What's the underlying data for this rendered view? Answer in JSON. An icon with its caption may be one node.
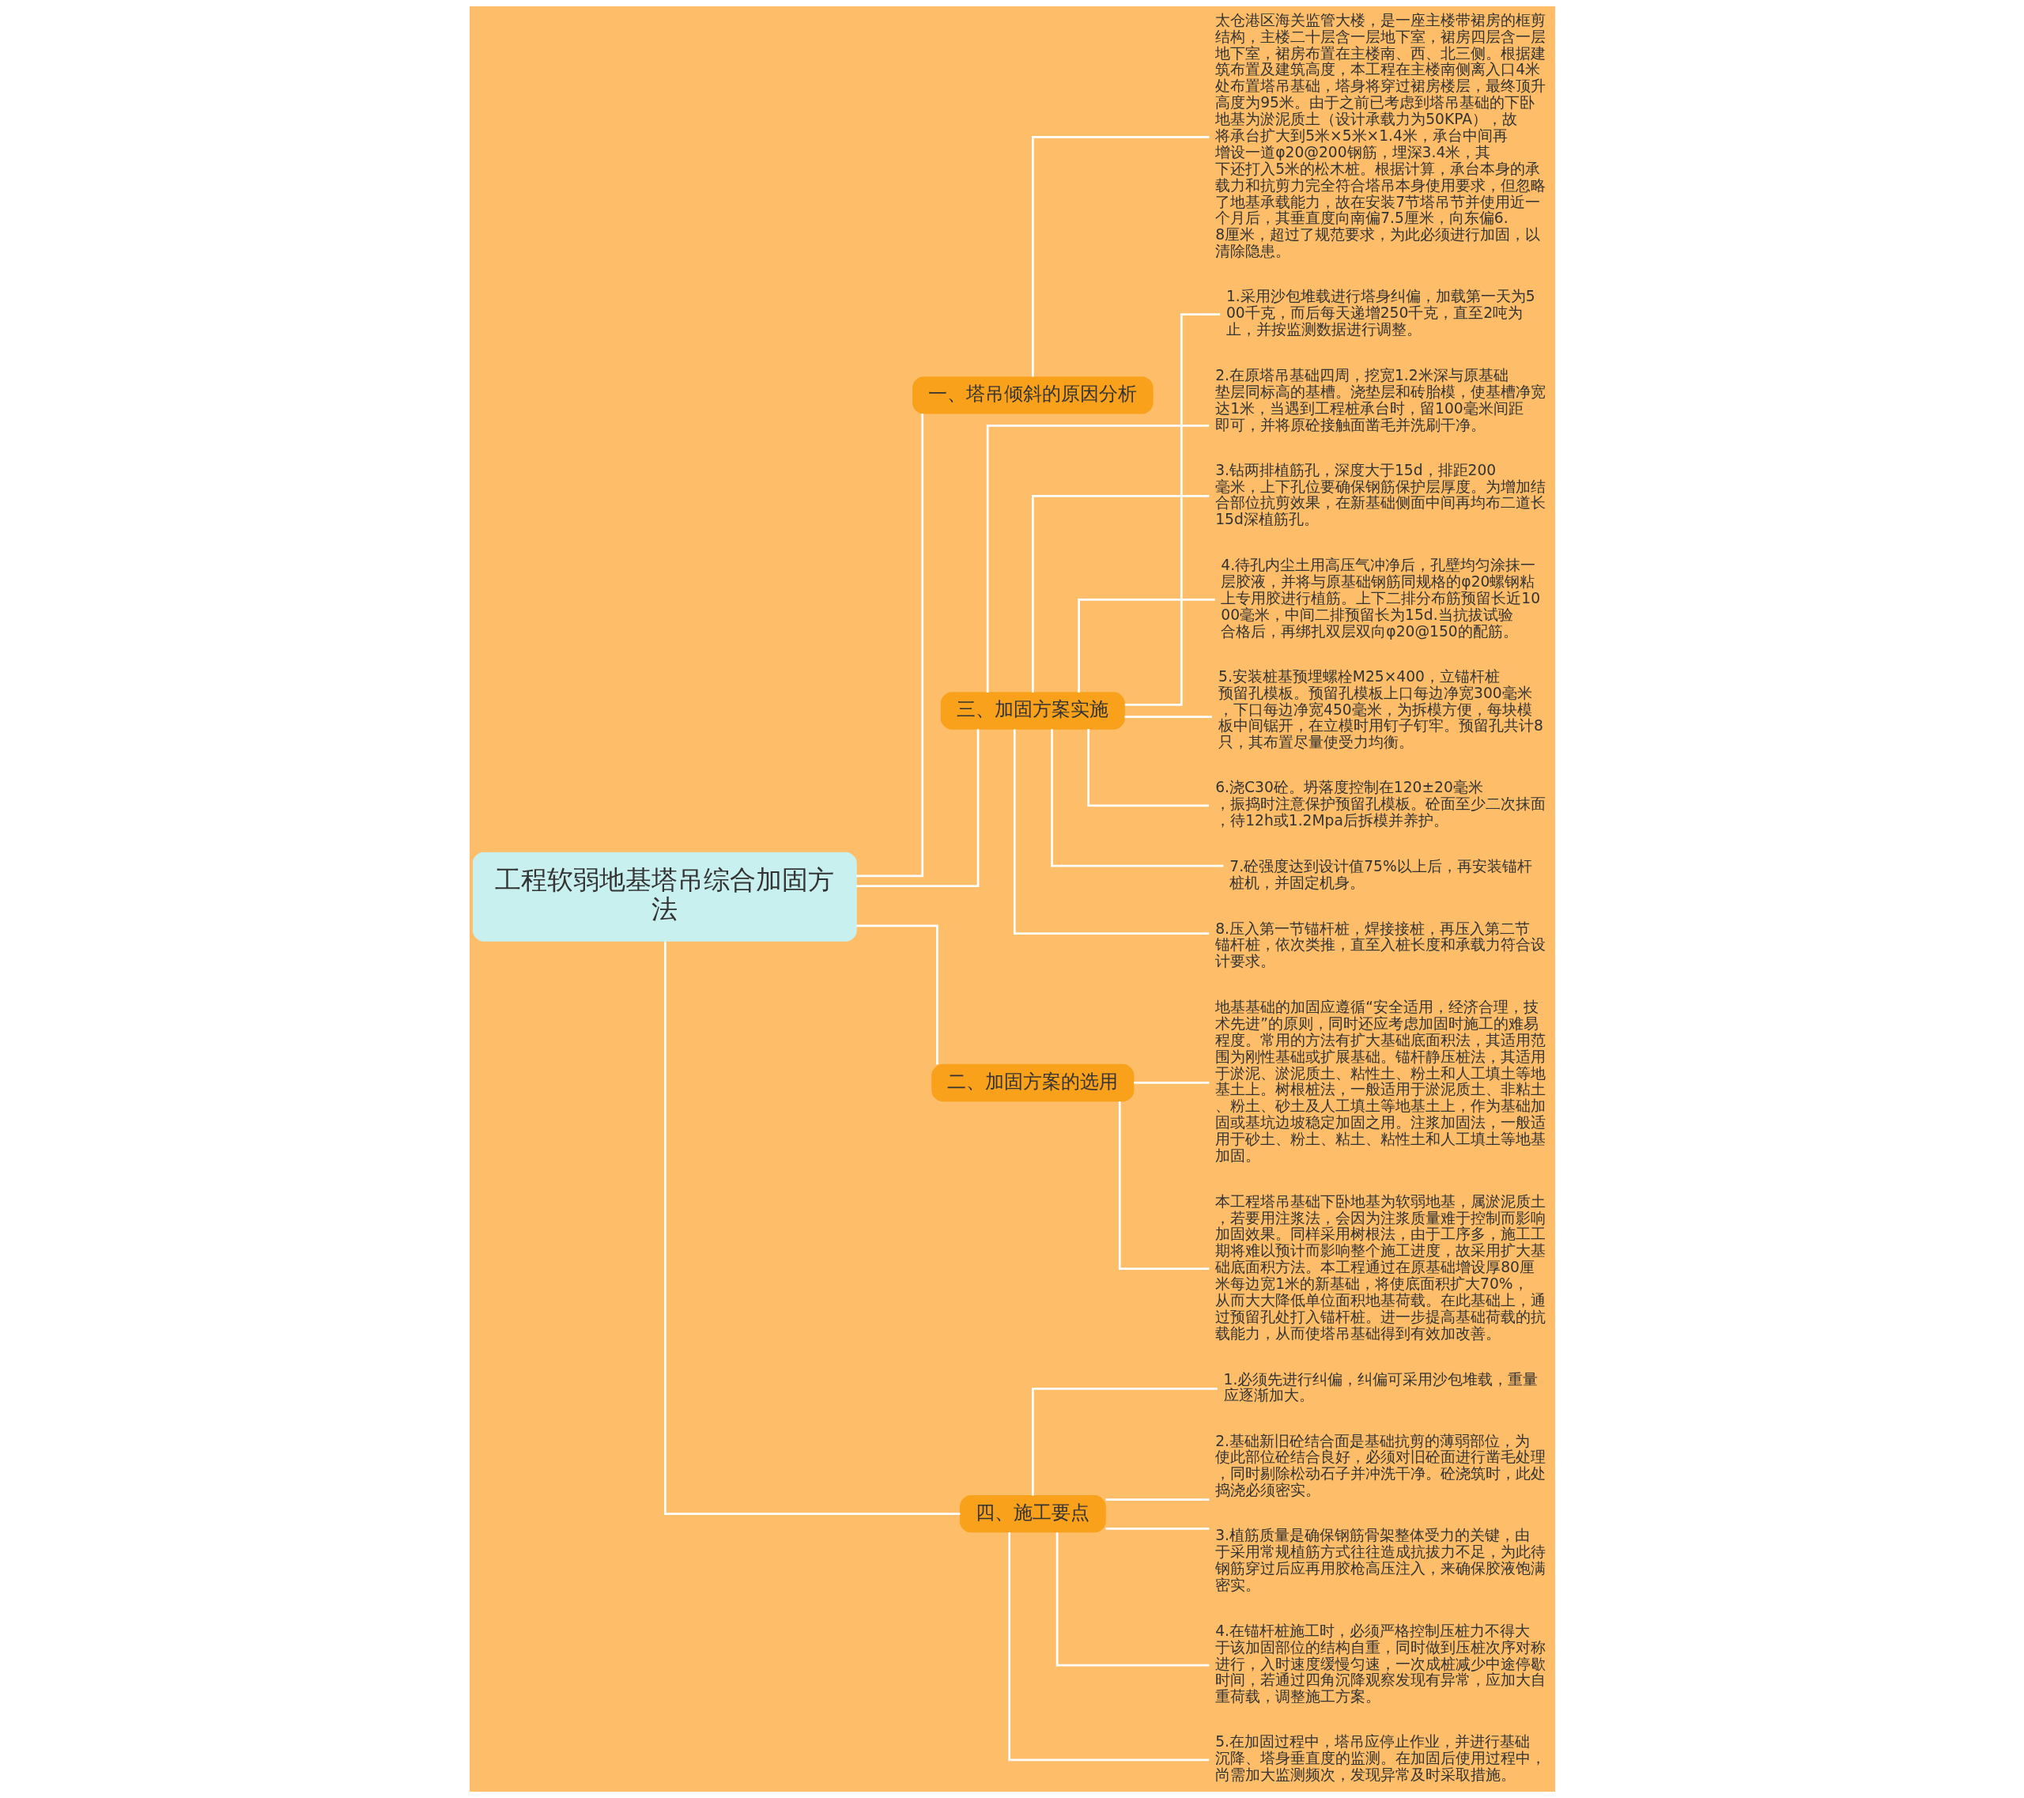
{
  "diagram": {
    "nodes": [
      {
        "text": [
          "工程软弱地基塔吊综合加固方法"
        ]
      },
      {
        "text": [
          "一、塔吊倾斜的原因分析"
        ]
      },
      {
        "text": [
          "太仓港区海关监管大楼，是一座主楼带裙房的框剪结构，主楼二十层含一层地下室，裙房四层含一层地下室，裙房布置在主楼南、西、北三侧。根据建筑布置及建筑高度，本工程在主楼南侧离入口4米处布置塔吊基础，塔身将穿过裙房楼层，最终顶升高度为95米。由于之前已考虑到塔吊基础的下卧地基为淤泥质土（设计承载力为50KPA），故将承台扩大到5米×5米×1.4米，承台中间再增设一道φ20@200钢筋，埋深3.4米，其下还打入5米的松木桩。根据计算，承台本身的承载力和抗剪力完全符合塔吊本身使用要求，但忽略了地基承载能力，故在安装7节塔吊节并使用近一个月后，其垂直度向南偏7.5厘米，向东偏6.8厘米，超过了规范要求，为此必须进行加固，以清除隐患。"
        ]
      },
      {
        "text": [
          "三、加固方案实施"
        ]
      },
      {
        "text": [
          "1.采用沙包堆载进行塔身纠偏，加载第一天为500千克，而后每天递增250千克，直至2吨为止，并按监测数据进行调整。"
        ]
      },
      {
        "text": [
          "2.在原塔吊基础四周，挖宽1.2米深与原基础垫层同标高的基槽。浇垫层和砖胎模，使基槽净宽达1米，当遇到工程桩承台时，留100毫米间距即可，并将原砼接触面凿毛并洗刷干净。"
        ]
      },
      {
        "text": [
          "3.钻两排植筋孔，深度大于15d，排距200毫米，上下孔位要确保钢筋保护层厚度。为增加结合部位抗剪效果，在新基础侧面中间再均布二道长15d深植筋孔。"
        ]
      },
      {
        "text": [
          "4.待孔内尘土用高压气冲净后，孔壁均匀涂抹一层胶液，并将与原基础钢筋同规格的φ20螺钢粘上专用胶进行植筋。上下二排分布筋预留长近1000毫米，中间二排预留长为15d.当抗拔试验合格后，再绑扎双层双向φ20@150的配筋。"
        ]
      },
      {
        "text": [
          "5.安装桩基预埋螺栓M25×400，立锚杆桩预留孔模板。预留孔模板上口每边净宽300毫米，下口每边净宽450毫米，为拆模方便，每块模板中间锯开，在立模时用钉子钉牢。预留孔共计8只，其布置尽量使受力均衡。"
        ]
      },
      {
        "text": [
          "6.浇C30砼。坍落度控制在120±20毫米，振捣时注意保护预留孔模板。砼面至少二次抹面，待12h或1.2Mpa后拆模并养护。"
        ]
      },
      {
        "text": [
          "7.砼强度达到设计值75%以上后，再安装锚杆桩机，并固定机身。"
        ]
      },
      {
        "text": [
          "8.压入第一节锚杆桩，焊接接桩，再压入第二节锚杆桩，依次类推，直至入桩长度和承载力符合设计要求。"
        ]
      },
      {
        "text": [
          "二、加固方案的选用"
        ]
      },
      {
        "text": [
          "地基基础的加固应遵循“安全适用，经济合理，技术先进”的原则，同时还应考虑加固时施工的难易程度。常用的方法有扩大基础底面积法，其适用范围为刚性基础或扩展基础。锚杆静压桩法，其适用于淤泥、淤泥质土、粘性土、粉土和人工填土等地基土上。树根桩法，一般适用于淤泥质土、非粘土、粉土、砂土及人工填土等地基土上，作为基础加固或基坑边坡稳定加固之用。注浆加固法，一般适用于砂土、粉土、粘土、粘性土和人工填土等地基加固。"
        ]
      },
      {
        "text": [
          "本工程塔吊基础下卧地基为软弱地基，属淤泥质土，若要用注浆法，会因为注浆质量难于控制而影响加固效果。同样采用树根法，由于工序多，施工工期将难以预计而影响整个施工进度，故采用扩大基础底面积方法。本工程通过在原基础增设厚80厘米每边宽1米的新基础，将使底面积扩大70%，从而大大降低单位面积地基荷载。在此基础上，通过预留孔处打入锚杆桩。进一步提高基础荷载的抗载能力，从而使塔吊基础得到有效加改善。"
        ]
      },
      {
        "text": [
          "四、施工要点"
        ]
      },
      {
        "text": [
          "1.必须先进行纠偏，纠偏可采用沙包堆载，重量应逐渐加大。"
        ]
      },
      {
        "text": [
          "2.基础新旧砼结合面是基础抗剪的薄弱部位，为使此部位砼结合良好，必须对旧砼面进行凿毛处理，同时剔除松动石子并冲洗干净。砼浇筑时，此处捣浇必须密实。"
        ]
      },
      {
        "text": [
          "3.植筋质量是确保钢筋骨架整体受力的关键，由于采用常规植筋方式往往造成抗拔力不足，为此待钢筋穿过后应再用胶枪高压注入，来确保胶液饱满密实。"
        ]
      },
      {
        "text": [
          "4.在锚杆桩施工时，必须严格控制压桩力不得大于该加固部位的结构自重，同时做到压桩次序对称进行，入时速度缓慢匀速，一次成桩减少中途停歇时间，若通过四角沉降观察发现有异常，应加大自重荷载，调整施工方案。"
        ]
      },
      {
        "text": [
          "5.在加固过程中，塔吊应停止作业，并进行基础沉降、塔身垂直度的监测。在加固后使用过程中，尚需加大监测频次，发现异常及时采取措施。"
        ]
      }
    ],
    "edges": [
      {
        "from": 0,
        "to": 1,
        "arrow": "none"
      },
      {
        "from": 1,
        "to": 2,
        "arrow": "none"
      },
      {
        "from": 0,
        "to": 3,
        "arrow": "none"
      },
      {
        "from": 3,
        "to": 4,
        "arrow": "none"
      },
      {
        "from": 3,
        "to": 5,
        "arrow": "none"
      },
      {
        "from": 3,
        "to": 6,
        "arrow": "none"
      },
      {
        "from": 3,
        "to": 7,
        "arrow": "none"
      },
      {
        "from": 3,
        "to": 8,
        "arrow": "none"
      },
      {
        "from": 3,
        "to": 9,
        "arrow": "none"
      },
      {
        "from": 3,
        "to": 10,
        "arrow": "none"
      },
      {
        "from": 3,
        "to": 11,
        "arrow": "none"
      },
      {
        "from": 0,
        "to": 12,
        "arrow": "none"
      },
      {
        "from": 12,
        "to": 13,
        "arrow": "none"
      },
      {
        "from": 12,
        "to": 14,
        "arrow": "none"
      },
      {
        "from": 0,
        "to": 15,
        "arrow": "none"
      },
      {
        "from": 15,
        "to": 16,
        "arrow": "none"
      },
      {
        "from": 15,
        "to": 17,
        "arrow": "none"
      },
      {
        "from": 15,
        "to": 18,
        "arrow": "none"
      },
      {
        "from": 15,
        "to": 19,
        "arrow": "none"
      },
      {
        "from": 15,
        "to": 20,
        "arrow": "none"
      }
    ]
  }
}
